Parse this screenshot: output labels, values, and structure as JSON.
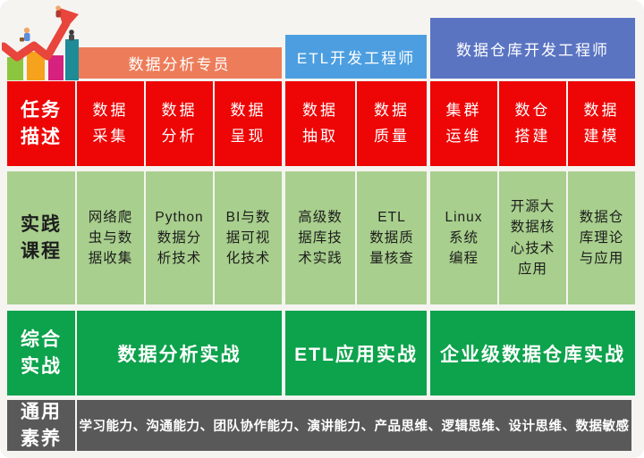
{
  "poster": {
    "tracks": [
      {
        "label": "数据分析专员",
        "color": "#ED7D5A"
      },
      {
        "label": "ETL开发工程师",
        "color": "#4C9EE0"
      },
      {
        "label": "数据仓库开发工程师",
        "color": "#5A74C2"
      }
    ],
    "rows": {
      "tasks": {
        "label": "任务\n描述",
        "groups": [
          [
            "数据\n采集",
            "数据\n分析",
            "数据\n呈现"
          ],
          [
            "数据\n抽取",
            "数据\n质量"
          ],
          [
            "集群\n运维",
            "数仓\n搭建",
            "数据\n建模"
          ]
        ]
      },
      "courses": {
        "label": "实践\n课程",
        "groups": [
          [
            "网络爬\n虫与数\n据收集",
            "Python\n数据分\n析技术",
            "BI与数\n据可视\n化技术"
          ],
          [
            "高级数\n据库技\n术实践",
            "ETL\n数据质\n量核查"
          ],
          [
            "Linux\n系统\n编程",
            "开源大\n数据核\n心技术\n应用",
            "数据仓\n库理论\n与应用"
          ]
        ]
      },
      "capstone": {
        "label": "综合\n实战",
        "groups": [
          "数据分析实战",
          "ETL应用实战",
          "企业级数据仓库实战"
        ]
      },
      "soft_skills": {
        "label": "通用\n素养",
        "text": "学习能力、沟通能力、团队协作能力、演讲能力、产品思维、逻辑思维、设计思维、数据敏感"
      }
    },
    "colors": {
      "task_red": "#EE0505",
      "course_green": "#A8CF8D",
      "capstone_green": "#0DA24C",
      "soft_gray": "#595959",
      "background": "#F5F4F1"
    }
  }
}
